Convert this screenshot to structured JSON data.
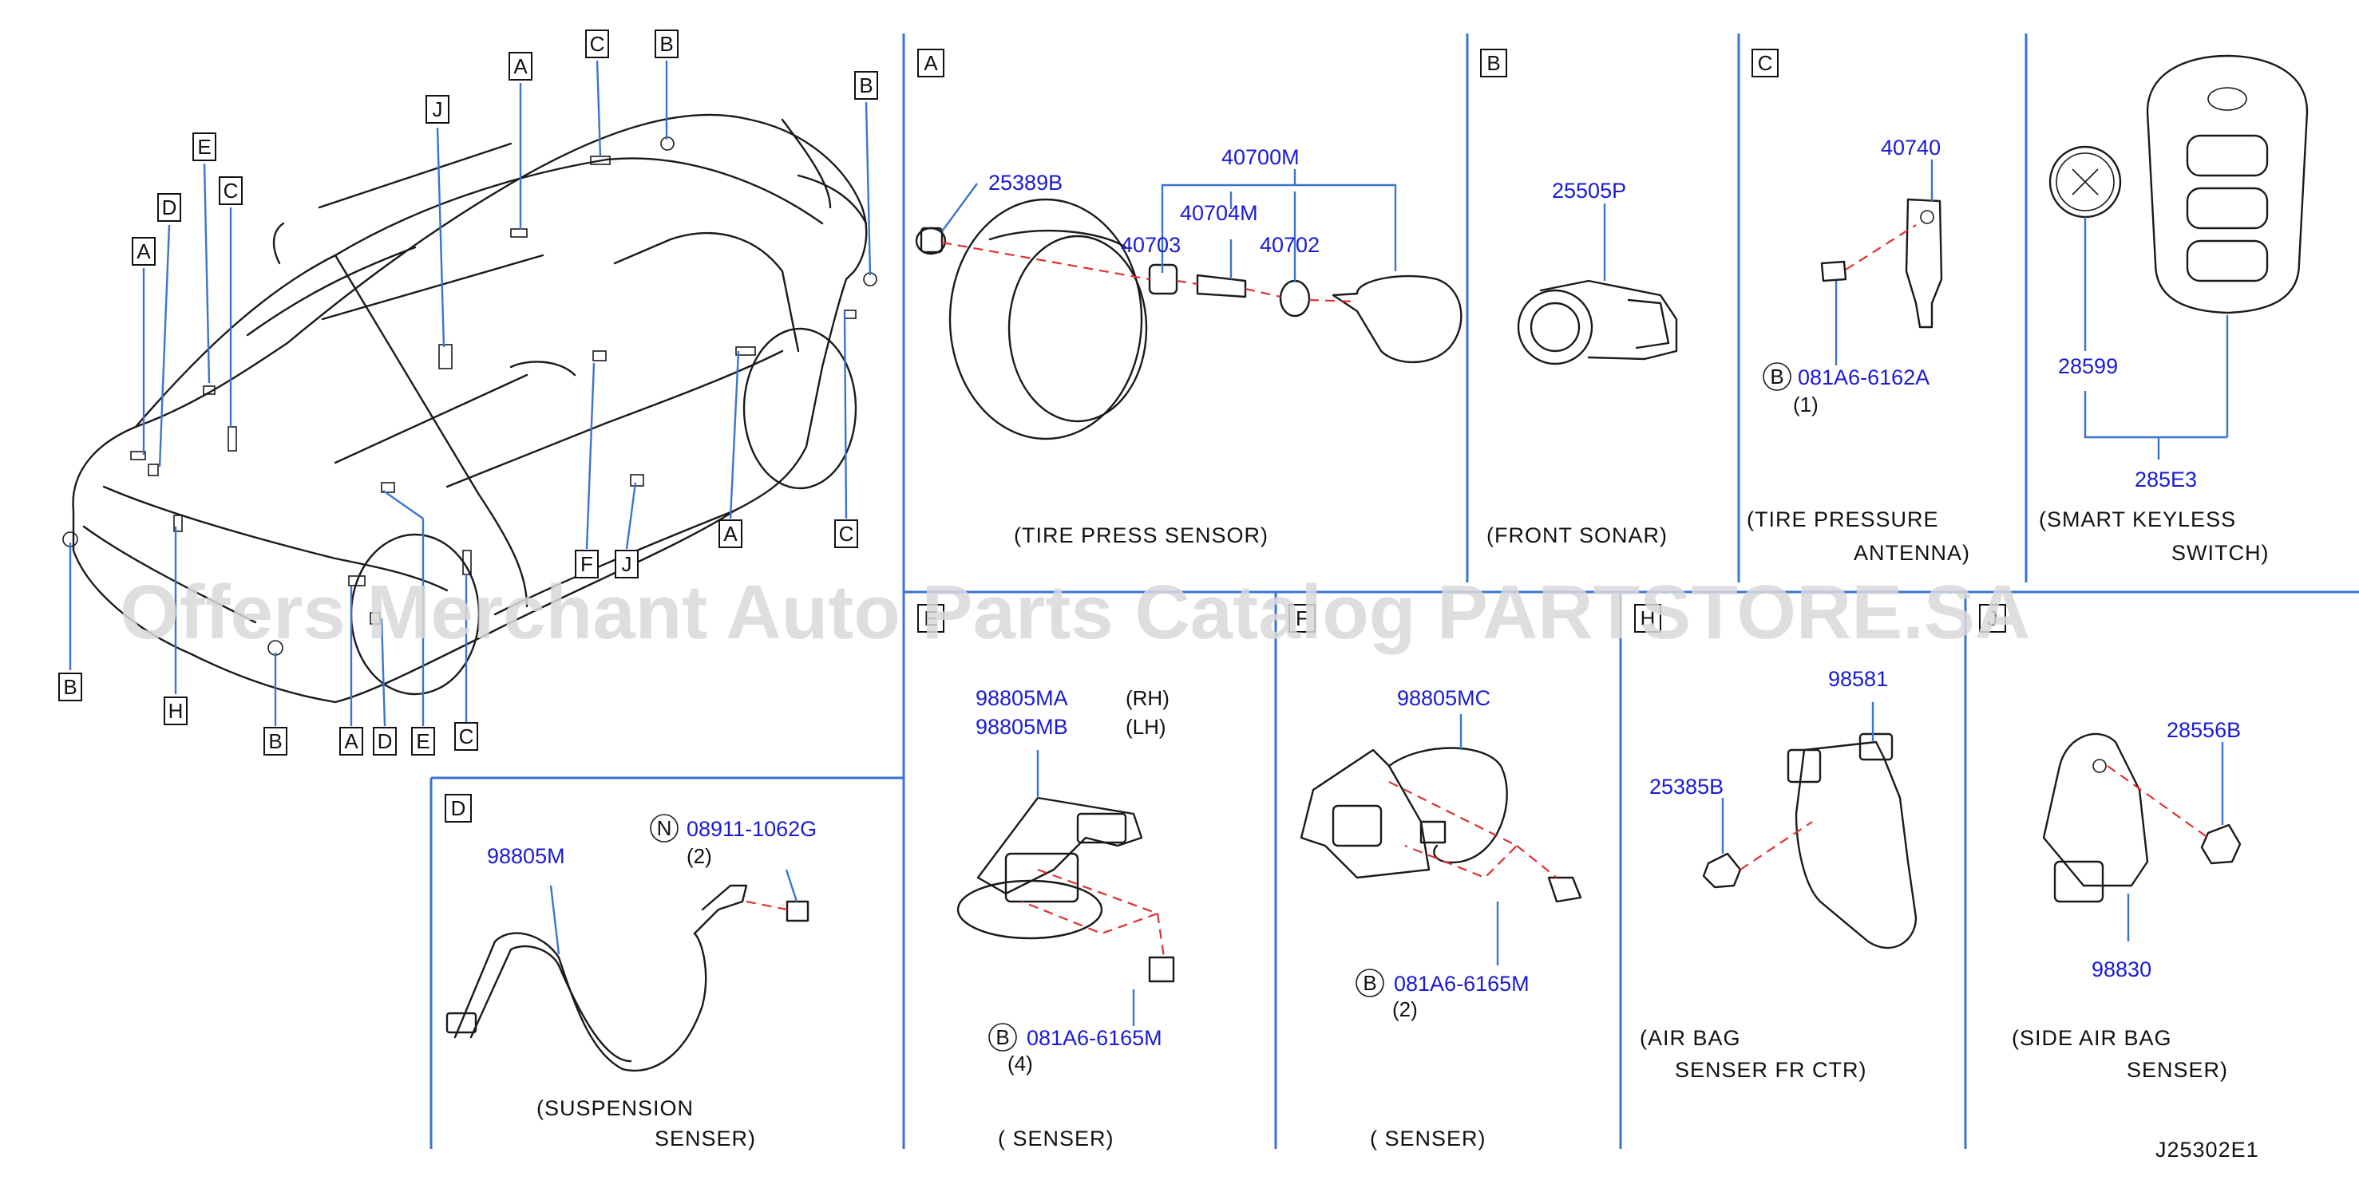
{
  "watermark": "Offers Merchant Auto Parts Catalog PARTSTORE.SA",
  "diagram_code": "J25302E1",
  "overview_callouts": [
    "A",
    "B",
    "C",
    "D",
    "E",
    "F",
    "H",
    "J"
  ],
  "sections": {
    "A": {
      "letter": "A",
      "caption": "(TIRE PRESS SENSOR)",
      "parts": [
        "25389B",
        "40700M",
        "40704M",
        "40703",
        "40702"
      ]
    },
    "B": {
      "letter": "B",
      "caption": "(FRONT SONAR)",
      "parts": [
        "25505P"
      ]
    },
    "C": {
      "letter": "C",
      "caption_line1": "(TIRE PRESSURE",
      "caption_line2": "ANTENNA)",
      "parts": [
        "40740"
      ],
      "bolt_marker": "B",
      "bolt": "081A6-6162A",
      "bolt_qty": "(1)"
    },
    "keyless": {
      "caption_line1": "(SMART KEYLESS",
      "caption_line2": "SWITCH)",
      "parts": [
        "28599",
        "285E3"
      ]
    },
    "D": {
      "letter": "D",
      "caption_line1": "(SUSPENSION",
      "caption_line2": "SENSER)",
      "parts": [
        "98805M"
      ],
      "nut_marker": "N",
      "nut": "08911-1062G",
      "nut_qty": "(2)"
    },
    "E": {
      "letter": "E",
      "caption": "( SENSER)",
      "part_rh": "98805MA",
      "side_rh": "(RH)",
      "part_lh": "98805MB",
      "side_lh": "(LH)",
      "bolt_marker": "B",
      "bolt": "081A6-6165M",
      "bolt_qty": "(4)"
    },
    "F": {
      "letter": "F",
      "caption": "( SENSER)",
      "parts": [
        "98805MC"
      ],
      "bolt_marker": "B",
      "bolt": "081A6-6165M",
      "bolt_qty": "(2)"
    },
    "H": {
      "letter": "H",
      "caption_line1": "(AIR BAG",
      "caption_line2": "SENSER FR CTR)",
      "parts": [
        "98581",
        "25385B"
      ]
    },
    "J": {
      "letter": "J",
      "caption_line1": "(SIDE AIR BAG",
      "caption_line2": "SENSER)",
      "parts": [
        "28556B",
        "98830"
      ]
    }
  },
  "colors": {
    "part_number": "#1a1ad6",
    "divider": "#3a74d0",
    "dash": "#e03030",
    "ink": "#111111"
  }
}
